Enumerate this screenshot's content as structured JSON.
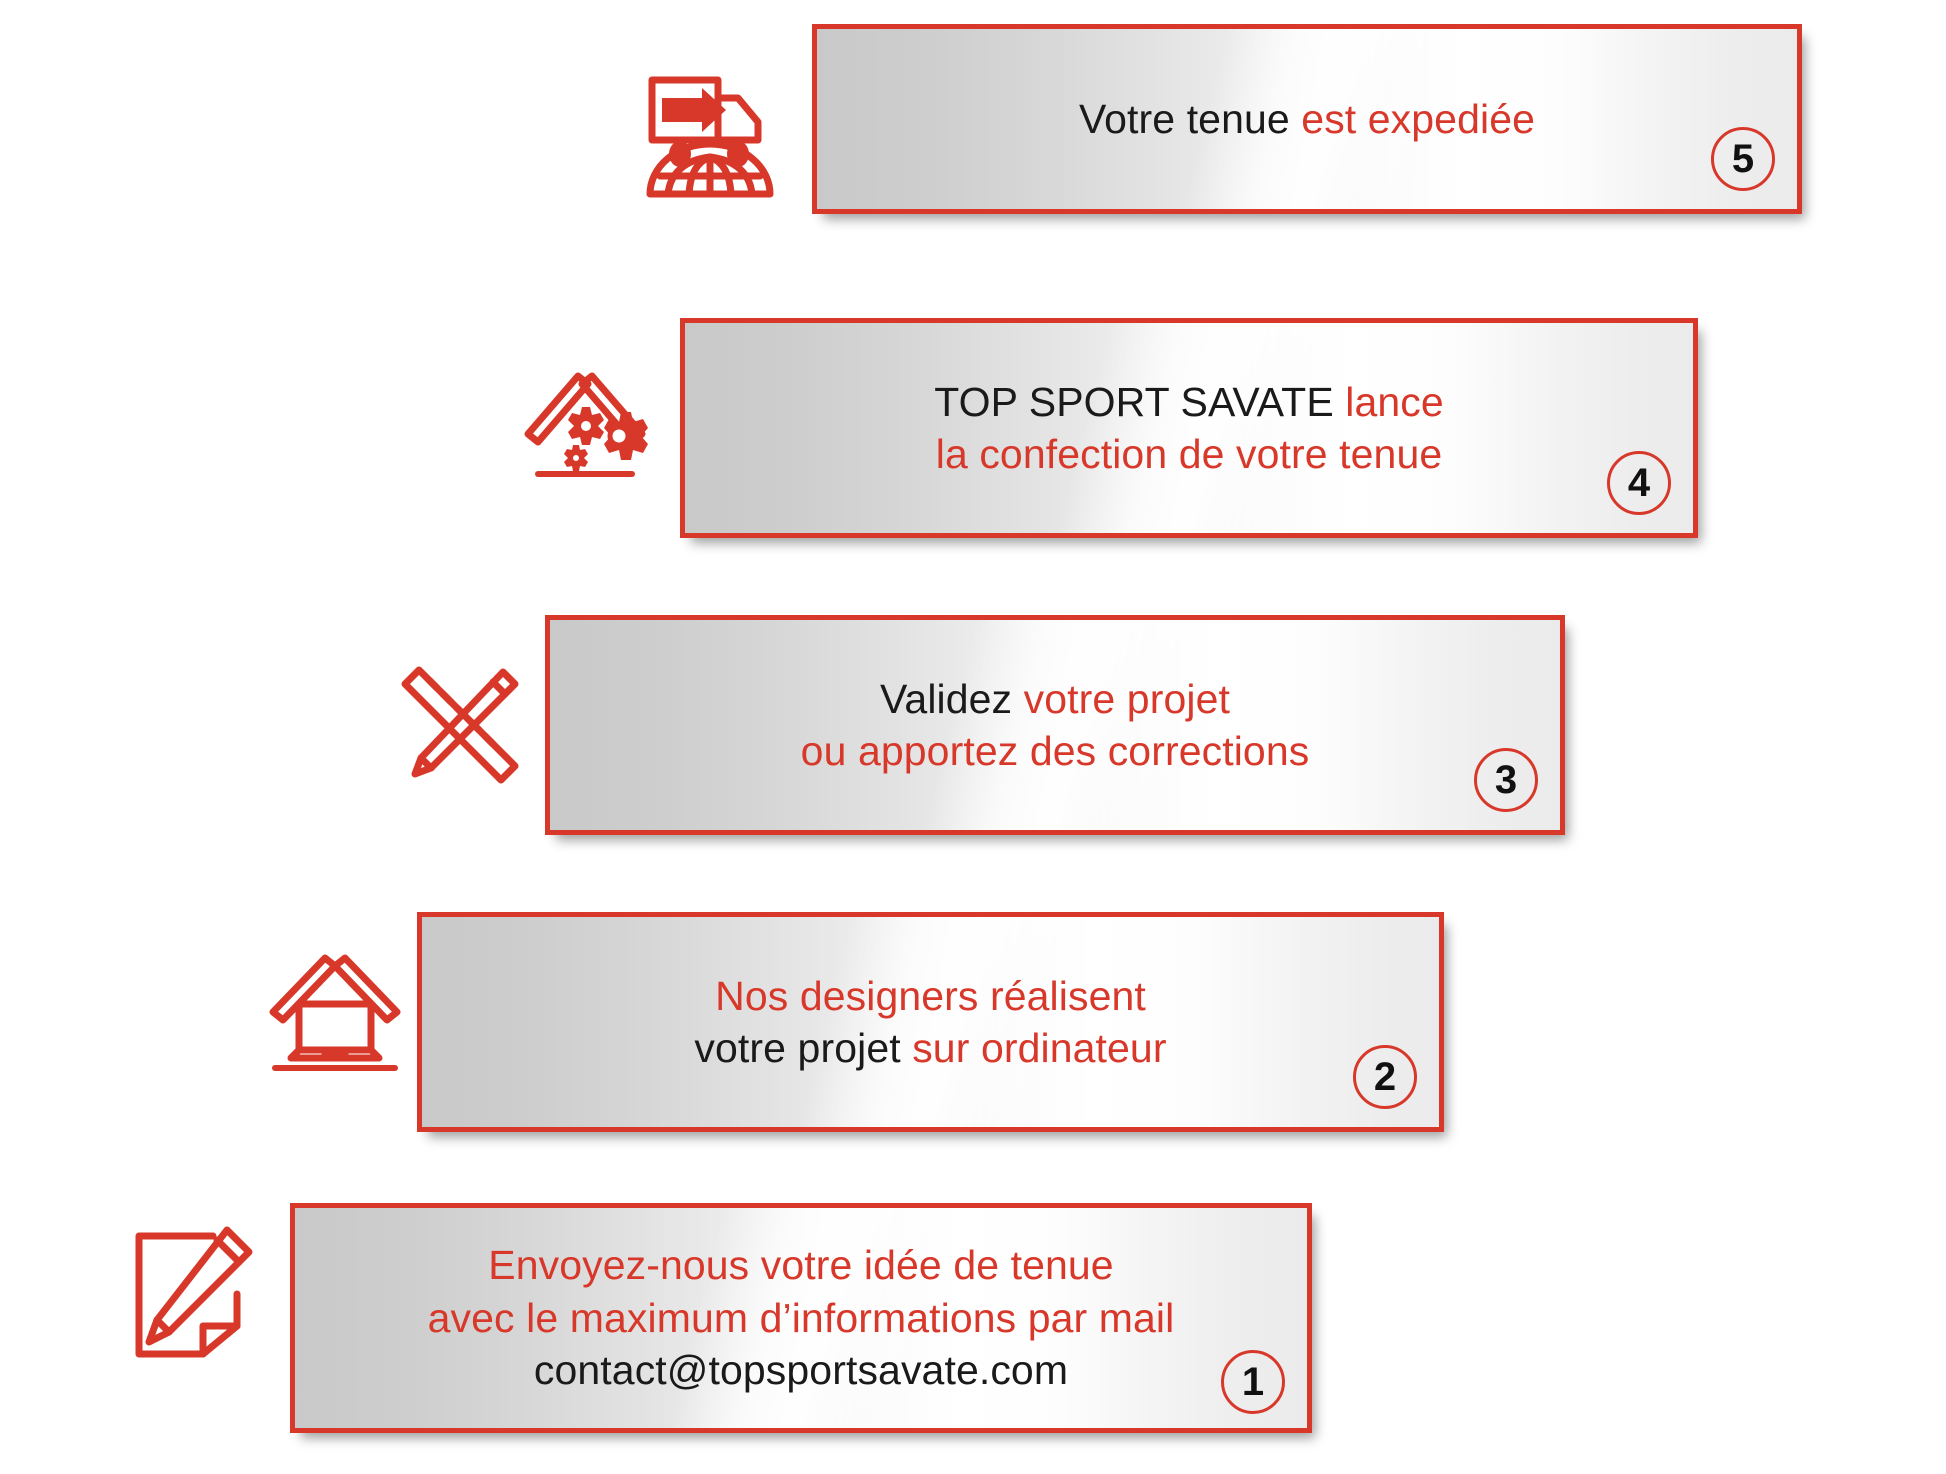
{
  "infographic": {
    "title_present": false,
    "colors": {
      "accent_red": "#d8382a",
      "text_black": "#1a1a1a",
      "bar_gray": "#c9c9c9",
      "bar_white": "#ffffff",
      "background": "#ffffff"
    },
    "steps": [
      {
        "number": "5",
        "icon": "delivery-truck-globe-icon",
        "lines": [
          {
            "segments": [
              {
                "text": "Votre tenue ",
                "color": "black"
              },
              {
                "text": "est expediée",
                "color": "red"
              }
            ]
          }
        ]
      },
      {
        "number": "4",
        "icon": "workshop-roof-gears-icon",
        "lines": [
          {
            "segments": [
              {
                "text": "TOP SPORT SAVATE ",
                "color": "black"
              },
              {
                "text": "lance",
                "color": "red"
              }
            ]
          },
          {
            "segments": [
              {
                "text": "la confection de votre tenue",
                "color": "red"
              }
            ]
          }
        ]
      },
      {
        "number": "3",
        "icon": "ruler-pencil-cross-icon",
        "lines": [
          {
            "segments": [
              {
                "text": "Validez ",
                "color": "black"
              },
              {
                "text": "votre projet",
                "color": "red"
              }
            ]
          },
          {
            "segments": [
              {
                "text": "ou apportez des corrections",
                "color": "red"
              }
            ]
          }
        ]
      },
      {
        "number": "2",
        "icon": "roof-laptop-icon",
        "lines": [
          {
            "segments": [
              {
                "text": "Nos designers réalisent",
                "color": "red"
              }
            ]
          },
          {
            "segments": [
              {
                "text": "votre projet ",
                "color": "black"
              },
              {
                "text": "sur ordinateur",
                "color": "red"
              }
            ]
          }
        ]
      },
      {
        "number": "1",
        "icon": "document-pencil-icon",
        "lines": [
          {
            "segments": [
              {
                "text": "Envoyez-nous votre idée de tenue",
                "color": "red"
              }
            ]
          },
          {
            "segments": [
              {
                "text": "avec le maximum d’informations par mail",
                "color": "red"
              }
            ]
          },
          {
            "segments": [
              {
                "text": "contact@topsportsavate.com",
                "color": "black"
              }
            ]
          }
        ]
      }
    ]
  }
}
